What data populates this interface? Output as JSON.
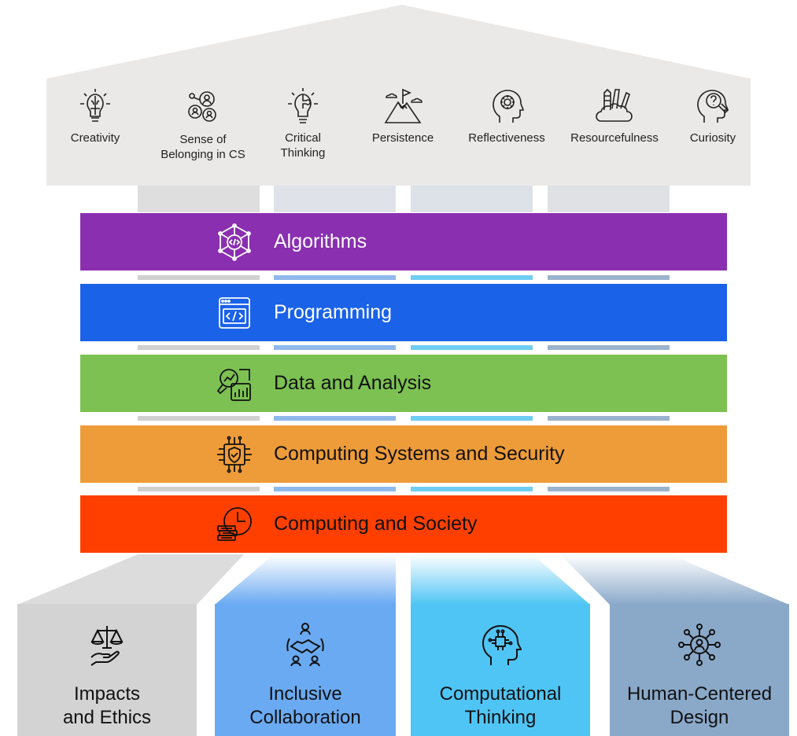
{
  "attributes": [
    {
      "label": "Creativity",
      "icon": "brain-lightbulb-icon"
    },
    {
      "label": "Sense of Belonging in CS",
      "icon": "people-network-icon"
    },
    {
      "label": "Critical Thinking",
      "icon": "lightbulb-puzzle-icon"
    },
    {
      "label": "Persistence",
      "icon": "mountain-flag-icon"
    },
    {
      "label": "Reflectiveness",
      "icon": "head-gear-icon"
    },
    {
      "label": "Resourcefulness",
      "icon": "art-tools-icon"
    },
    {
      "label": "Curiosity",
      "icon": "head-question-icon"
    }
  ],
  "bands": [
    {
      "label": "Algorithms",
      "color": "#8a2fb0",
      "icon": "algorithm-network-icon"
    },
    {
      "label": "Programming",
      "color": "#1a62e8",
      "icon": "code-window-icon"
    },
    {
      "label": "Data and Analysis",
      "color": "#7cc152",
      "icon": "data-chart-magnifier-icon"
    },
    {
      "label": "Computing Systems and Security",
      "color": "#ee9c3a",
      "icon": "chip-shield-icon"
    },
    {
      "label": "Computing and Society",
      "color": "#ff3f00",
      "icon": "clock-books-icon"
    }
  ],
  "pillars": [
    {
      "label_line1": "Impacts",
      "label_line2": "and Ethics",
      "color": "#d3d3d3",
      "icon": "scales-hand-icon"
    },
    {
      "label_line1": "Inclusive",
      "label_line2": "Collaboration",
      "color": "#6aaaf2",
      "icon": "handshake-people-icon"
    },
    {
      "label_line1": "Computational",
      "label_line2": "Thinking",
      "color": "#4fc5f5",
      "icon": "head-circuit-icon"
    },
    {
      "label_line1": "Human-Centered",
      "label_line2": "Design",
      "color": "#8aa9c9",
      "icon": "person-network-icon"
    }
  ],
  "colors": {
    "roof": "#ebe9e8",
    "sep_gray": "#d0d0d0",
    "sep_blue": "#8fb9ec",
    "sep_cyan": "#6fcdf3",
    "sep_slate": "#9bb3cc"
  }
}
